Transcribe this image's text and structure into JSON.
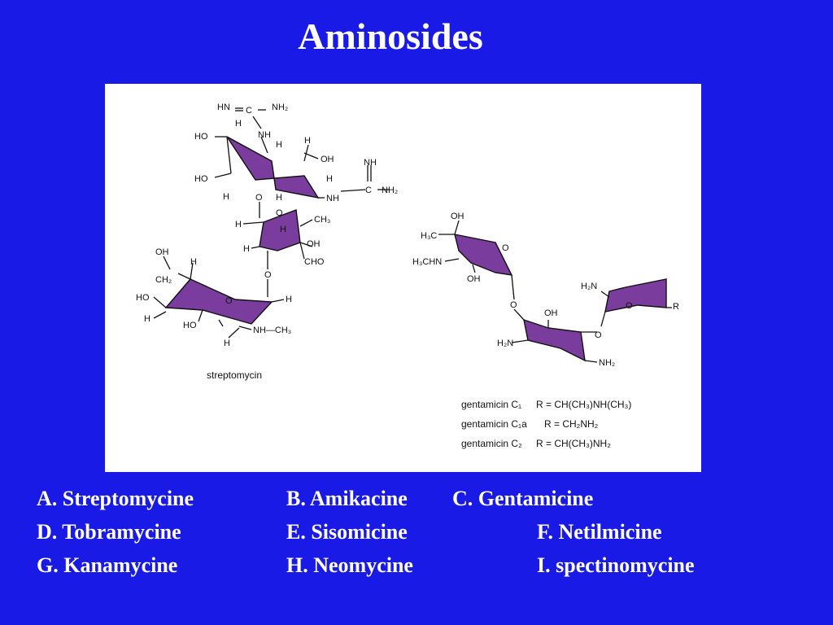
{
  "slide": {
    "title": "Aminosides"
  },
  "figure": {
    "streptomycin": {
      "caption": "streptomycin",
      "labels": {
        "hn": "HN",
        "c_eq": "C",
        "nh2_a": "NH₂",
        "h1": "H",
        "nh_a": "NH",
        "ho_1": "HO",
        "h2": "H",
        "h3": "H",
        "oh_1": "OH",
        "nh_b": "NH",
        "ho_2": "HO",
        "h4": "H",
        "h5": "H",
        "nh_c": "NH",
        "c_gu": "C",
        "nh2_b": "NH₂",
        "o_1": "O",
        "h6": "H",
        "o_ring1": "O",
        "ch3_a": "CH₃",
        "h7": "H",
        "h8": "H",
        "oh_2": "OH",
        "cho": "CHO",
        "oh_3": "OH",
        "h9": "H",
        "ch2": "CH₂",
        "o_2": "O",
        "ho_3": "HO",
        "o_ring2": "O",
        "h10": "H",
        "h11": "H",
        "ho_4": "HO",
        "h12": "H",
        "nh_d": "NH—CH₃",
        "h13": "H"
      }
    },
    "gentamicin": {
      "labels": {
        "oh_top": "OH",
        "h3c": "H₃C",
        "o_ringA": "O",
        "h3chn": "H₃CHN",
        "oh_a": "OH",
        "o_link1": "O",
        "oh_b": "OH",
        "h2n_a": "H₂N",
        "nh2_a": "NH₂",
        "o_link2": "O",
        "h2n_b": "H₂N",
        "o_ringC": "O",
        "r": "R"
      },
      "variants": [
        {
          "name": "gentamicin C₁",
          "r": "R = CH(CH₃)NH(CH₃)"
        },
        {
          "name": "gentamicin C₁a",
          "r": "R = CH₂NH₂"
        },
        {
          "name": "gentamicin C₂",
          "r": "R = CH(CH₃)NH₂"
        }
      ]
    }
  },
  "drugs": [
    [
      "A.  Streptomycine",
      "B.  Amikacine",
      "C.  Gentamicine"
    ],
    [
      "D.  Tobramycine",
      "E.  Sisomicine",
      "F.  Netilmicine"
    ],
    [
      "G.  Kanamycine",
      "H.  Neomycine",
      "I.   spectinomycine"
    ]
  ],
  "colors": {
    "background": "#1a1ae6",
    "ring_fill": "#7a3d9e",
    "text": "#ffffff"
  }
}
